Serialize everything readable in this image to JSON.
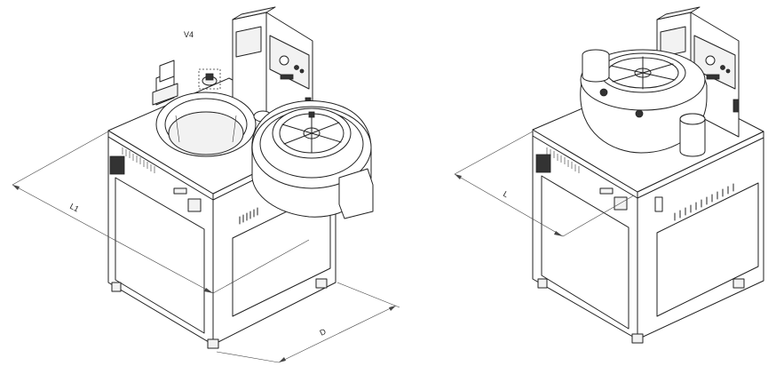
{
  "labels": {
    "valve": "V4",
    "length_open": "L1",
    "depth": "D",
    "length_closed": "L"
  }
}
